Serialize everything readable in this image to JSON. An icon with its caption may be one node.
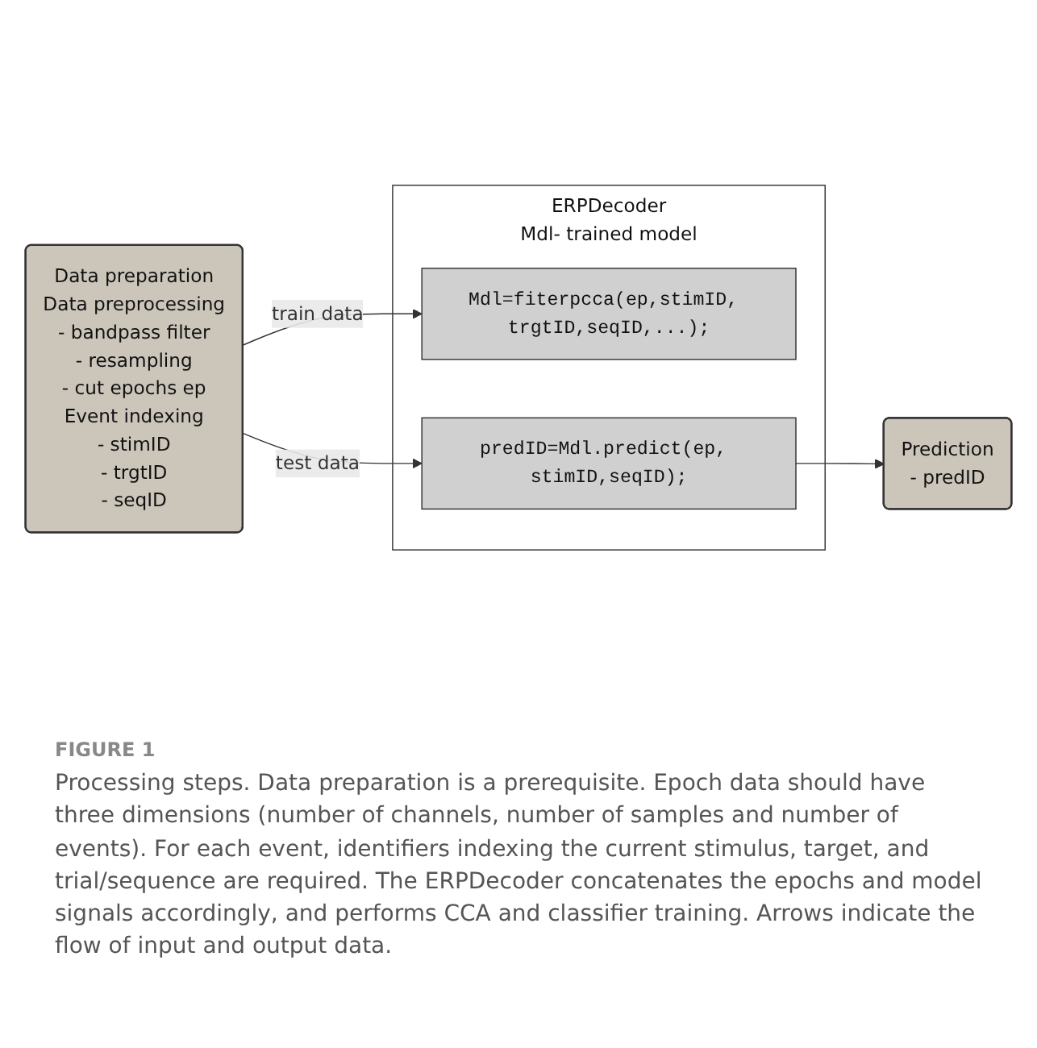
{
  "diagram": {
    "caption": "Processing steps. Data preparation is a prerequisite. Epoch data should have three dimensions (number of channels, number of samples and number of events). For each event, identifiers indexing the current stimulus, target, and trial/sequence are required. The ERPDecoder concatenates the epochs and model signals accordingly, and performs CCA and classifier training. Arrows indicate the flow of input and output data.",
    "nodes": [
      {
        "text": [
          "Data preparation",
          "Data preprocessing",
          "- bandpass filter",
          "- resampling",
          "- cut epochs ep",
          "Event indexing",
          "- stimID",
          "- trgtID",
          "- seqID"
        ]
      },
      {
        "text": [
          "ERPDecoder",
          "Mdl- trained model"
        ]
      },
      {
        "text": [
          "Mdl=fiterpcca(ep,stimID, trgtID,seqID,...);"
        ],
        "in": 1
      },
      {
        "text": [
          "predID=Mdl.predict(ep, stimID,seqID);"
        ],
        "in": 1
      },
      {
        "text": [
          "Prediction",
          "- predID"
        ]
      }
    ],
    "edges": [
      {
        "from": 0,
        "to": 2,
        "arrow": "to",
        "label": "train data"
      },
      {
        "from": 0,
        "to": 3,
        "arrow": "to",
        "label": "test data"
      },
      {
        "from": 3,
        "to": 4,
        "arrow": "to"
      }
    ],
    "labels": [
      "FIGURE 1"
    ]
  }
}
